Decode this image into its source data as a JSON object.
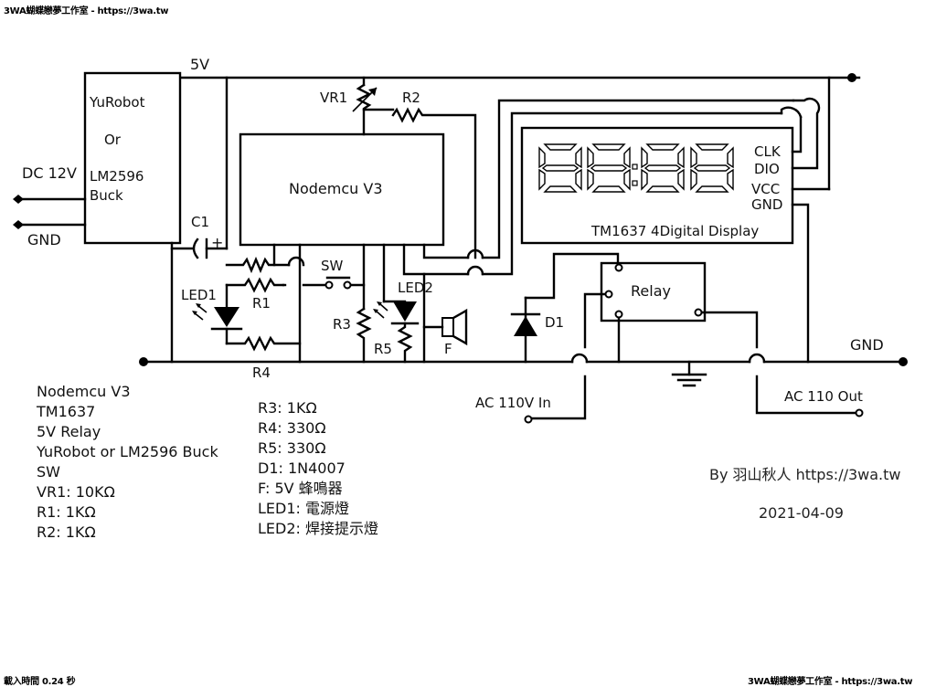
{
  "watermark": {
    "top_left": "3WA蝴蝶戀夢工作室 - https://3wa.tw",
    "bottom_left": "載入時間 0.24 秒",
    "bottom_right": "3WA蝴蝶戀夢工作室 - https://3wa.tw"
  },
  "labels": {
    "v5": "5V",
    "dc12v": "DC 12V",
    "gnd_in": "GND",
    "psu_line1": "YuRobot",
    "psu_line2": "Or",
    "psu_line3": "LM2596",
    "psu_line4": "Buck",
    "nodemcu": "Nodemcu V3",
    "vr1": "VR1",
    "r2": "R2",
    "c1": "C1",
    "c1_plus": "+",
    "led1": "LED1",
    "r1": "R1",
    "sw": "SW",
    "led2": "LED2",
    "r3": "R3",
    "r5": "R5",
    "f": "F",
    "d1": "D1",
    "r4": "R4",
    "relay": "Relay",
    "display": "TM1637 4Digital Display",
    "clk": "CLK",
    "dio": "DIO",
    "vcc": "VCC",
    "gnd_pin": "GND",
    "gnd_out": "GND",
    "ac_in": "AC 110V In",
    "ac_out": "AC 110 Out"
  },
  "parts_list_1": [
    "Nodemcu V3",
    "TM1637",
    "5V Relay",
    "YuRobot or LM2596 Buck",
    "SW",
    "VR1: 10KΩ",
    "R1: 1KΩ",
    "R2: 1KΩ"
  ],
  "parts_list_2": [
    "R3: 1KΩ",
    "R4: 330Ω",
    "R5: 330Ω",
    "D1: 1N4007",
    "F: 5V 蜂鳴器",
    "LED1: 電源燈",
    "LED2: 焊接提示燈"
  ],
  "credit": {
    "author": "By 羽山秋人 https://3wa.tw",
    "date": "2021-04-09"
  }
}
